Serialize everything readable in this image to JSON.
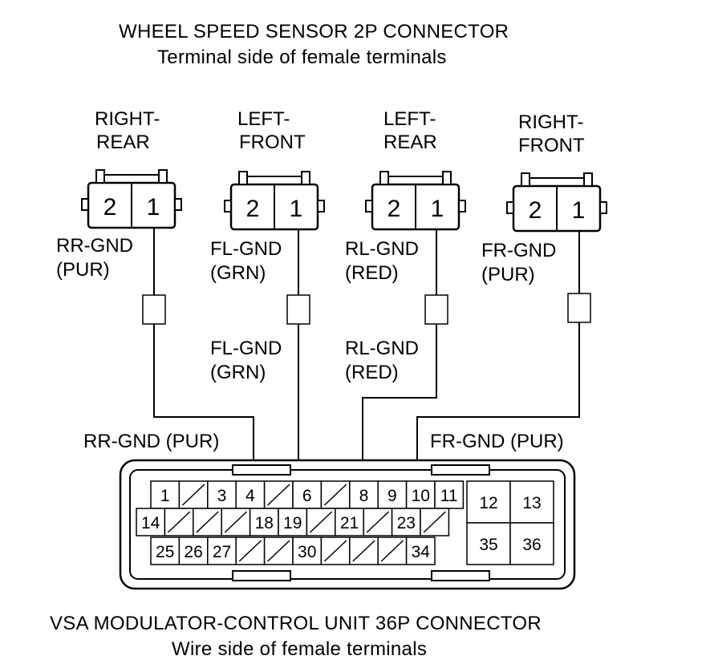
{
  "header": {
    "title": "WHEEL SPEED SENSOR 2P CONNECTOR",
    "subtitle": "Terminal side of female terminals"
  },
  "footer": {
    "title": "VSA MODULATOR-CONTROL UNIT 36P CONNECTOR",
    "subtitle": "Wire side of female terminals"
  },
  "sensors": [
    {
      "name_line1": "RIGHT-",
      "name_line2": "REAR",
      "pin_a": "2",
      "pin_b": "1",
      "wire_line1": "RR-GND",
      "wire_line2": "(PUR)"
    },
    {
      "name_line1": "LEFT-",
      "name_line2": "FRONT",
      "pin_a": "2",
      "pin_b": "1",
      "wire_line1": "FL-GND",
      "wire_line2": "(GRN)"
    },
    {
      "name_line1": "LEFT-",
      "name_line2": "REAR",
      "pin_a": "2",
      "pin_b": "1",
      "wire_line1": "RL-GND",
      "wire_line2": "(RED)"
    },
    {
      "name_line1": "RIGHT-",
      "name_line2": "FRONT",
      "pin_a": "2",
      "pin_b": "1",
      "wire_line1": "FR-GND",
      "wire_line2": "(PUR)"
    }
  ],
  "mid_labels": [
    {
      "line1": "FL-GND",
      "line2": "(GRN)"
    },
    {
      "line1": "RL-GND",
      "line2": "(RED)"
    }
  ],
  "wire_labels": {
    "rr": "RR-GND (PUR)",
    "fr": "FR-GND (PUR)"
  },
  "connector36": {
    "row1": [
      "1",
      "",
      "3",
      "4",
      "",
      "6",
      "",
      "8",
      "9",
      "10",
      "11"
    ],
    "row2": [
      "14",
      "",
      "",
      "",
      "18",
      "19",
      "",
      "21",
      "",
      "23",
      ""
    ],
    "row3": [
      "25",
      "26",
      "27",
      "",
      "",
      "30",
      "",
      "",
      "",
      "34"
    ],
    "block": [
      "12",
      "13",
      "35",
      "36"
    ]
  }
}
